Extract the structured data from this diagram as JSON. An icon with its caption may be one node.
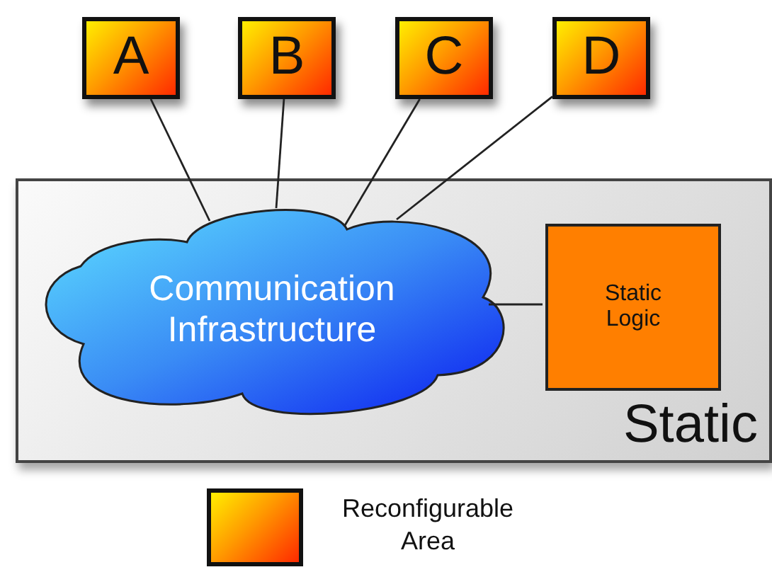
{
  "diagram": {
    "nodes": [
      {
        "text": [
          "Static"
        ]
      },
      {
        "text": [
          "Communication Infrastructure"
        ],
        "in": 0
      },
      {
        "text": [
          "Static Logic"
        ],
        "in": 0
      },
      {
        "text": [
          "A"
        ]
      },
      {
        "text": [
          "B"
        ]
      },
      {
        "text": [
          "C"
        ]
      },
      {
        "text": [
          "D"
        ]
      }
    ],
    "edges": [
      {
        "from": 3,
        "to": 1,
        "arrow": "none"
      },
      {
        "from": 4,
        "to": 1,
        "arrow": "none"
      },
      {
        "from": 5,
        "to": 1,
        "arrow": "none"
      },
      {
        "from": 6,
        "to": 1,
        "arrow": "none"
      },
      {
        "from": 1,
        "to": 2,
        "arrow": "none"
      }
    ],
    "legend": [
      {
        "text": "Reconfigurable Area"
      }
    ]
  }
}
